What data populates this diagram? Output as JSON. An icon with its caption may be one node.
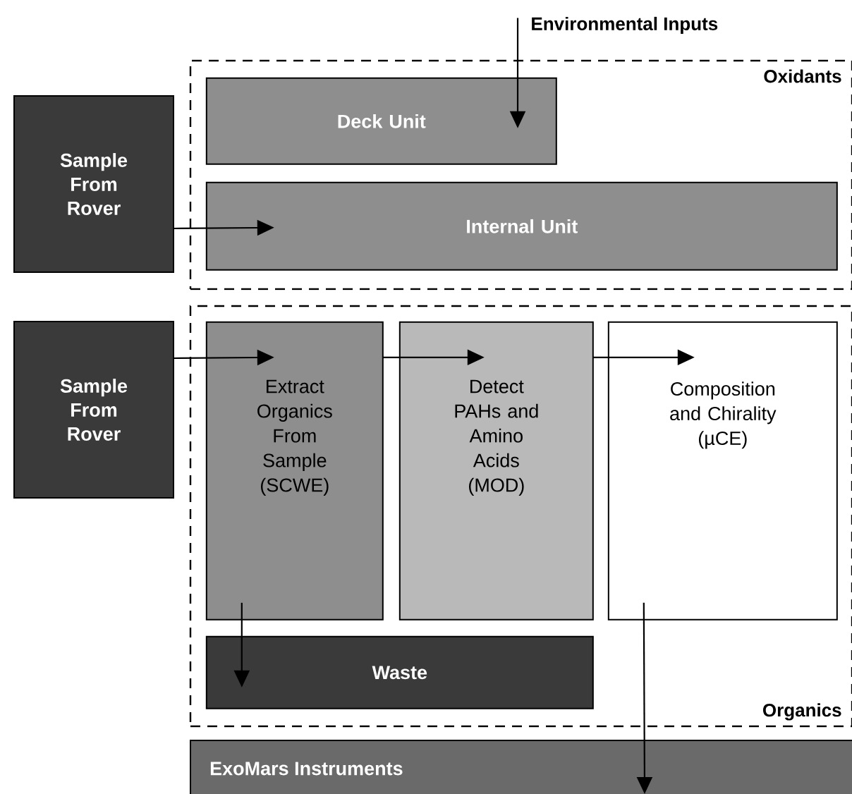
{
  "diagram": {
    "nodes": [
      {
        "text": [
          "Environmental Inputs"
        ]
      },
      {
        "text": [
          "Oxidants"
        ]
      },
      {
        "text": [
          "Deck Unit"
        ],
        "in": 1
      },
      {
        "text": [
          "Internal Unit"
        ],
        "in": 1
      },
      {
        "text": [
          "Sample From Rover"
        ]
      },
      {
        "text": [
          "Organics"
        ]
      },
      {
        "text": [
          "Sample From Rover"
        ]
      },
      {
        "text": [
          "Extract Organics From Sample (SCWE)"
        ],
        "in": 5
      },
      {
        "text": [
          "Detect PAHs and Amino Acids (MOD)"
        ],
        "in": 5
      },
      {
        "text": [
          "Composition and Chirality (µCE)"
        ],
        "in": 5
      },
      {
        "text": [
          "Waste"
        ],
        "in": 5
      },
      {
        "text": [
          "ExoMars Instruments"
        ]
      }
    ],
    "edges": [
      {
        "from": 0,
        "to": 2,
        "arrow": "to"
      },
      {
        "from": 4,
        "to": 3,
        "arrow": "to"
      },
      {
        "from": 6,
        "to": 7,
        "arrow": "to"
      },
      {
        "from": 7,
        "to": 8,
        "arrow": "to"
      },
      {
        "from": 8,
        "to": 9,
        "arrow": "to"
      },
      {
        "from": 7,
        "to": 10,
        "arrow": "to"
      },
      {
        "from": 9,
        "to": 11,
        "arrow": "to"
      }
    ]
  }
}
